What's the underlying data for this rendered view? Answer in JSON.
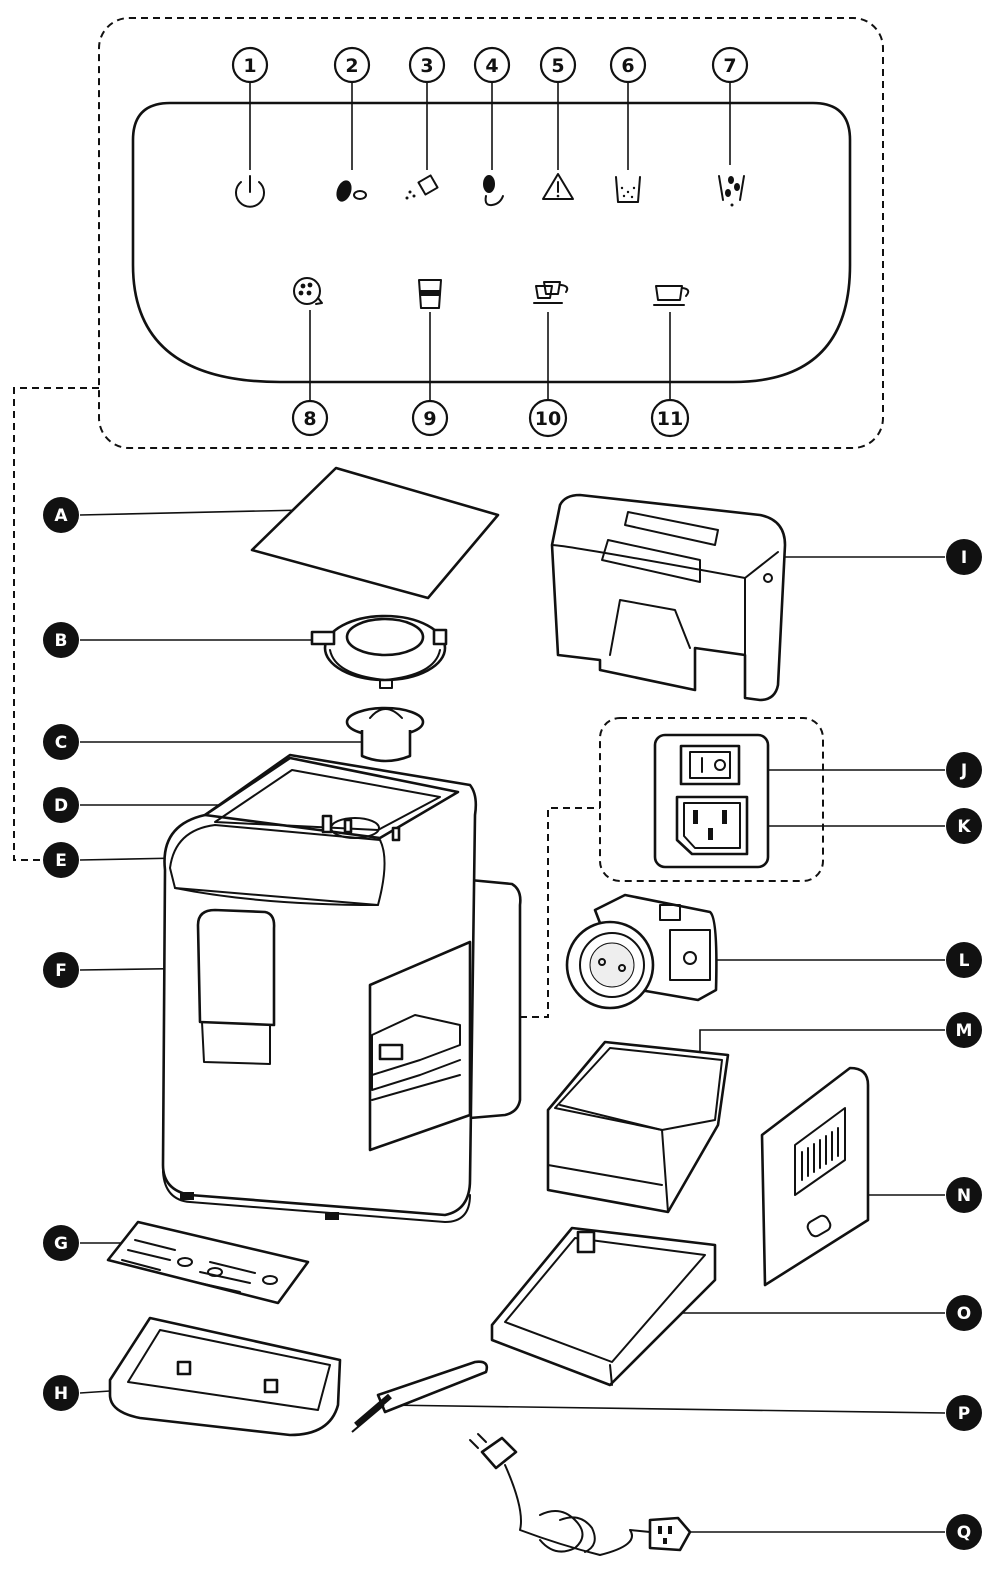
{
  "panel_callouts": [
    "1",
    "2",
    "3",
    "4",
    "5",
    "6",
    "7",
    "8",
    "9",
    "10",
    "11"
  ],
  "part_callouts": [
    "A",
    "B",
    "C",
    "D",
    "E",
    "F",
    "G",
    "H",
    "I",
    "J",
    "K",
    "L",
    "M",
    "N",
    "O",
    "P",
    "Q"
  ],
  "icons": {
    "1": "power-icon",
    "2": "coffee-bean-icon",
    "3": "ground-coffee-scoop-icon",
    "4": "descaling-icon",
    "5": "warning-triangle-icon",
    "6": "water-tank-icon",
    "7": "bean-hopper-icon",
    "8": "coffee-strength-icon",
    "9": "cup-volume-icon",
    "10": "double-cup-icon",
    "11": "single-cup-icon"
  }
}
